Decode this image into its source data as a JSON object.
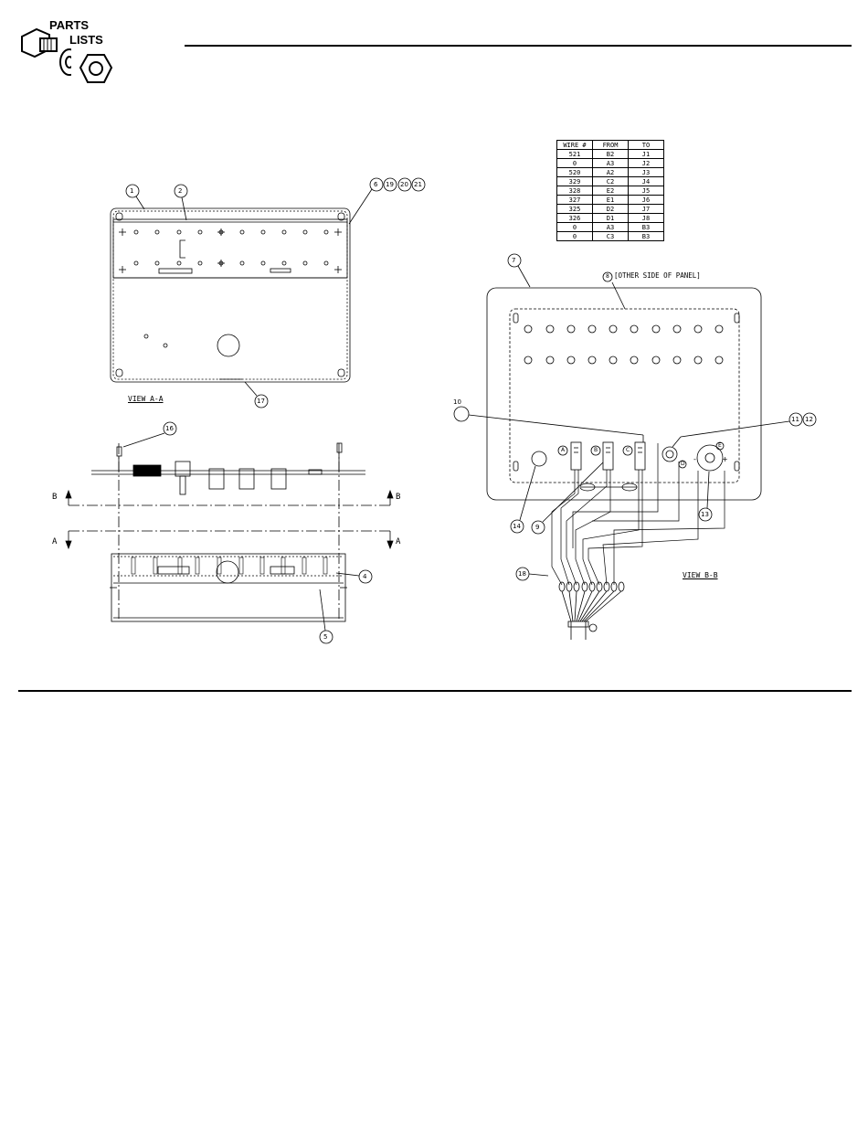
{
  "logo": {
    "line1": "PARTS",
    "line2": "LISTS",
    "icon": "nut-bolt-washer-icon"
  },
  "views": {
    "a": "VIEW A-A",
    "b": "VIEW B-B",
    "panel_note": "[OTHER SIDE OF PANEL]"
  },
  "section_marks": {
    "b": "B",
    "a": "A"
  },
  "callouts": {
    "c1": "1",
    "c2": "2",
    "c4": "4",
    "c5": "5",
    "c6": "6",
    "c7": "7",
    "c8": "8",
    "c9": "9",
    "c10": "10",
    "c11": "11",
    "c12": "12",
    "c13": "13",
    "c14": "14",
    "c16": "16",
    "c17": "17",
    "c18": "18",
    "c19": "19",
    "c20": "20",
    "c21": "21"
  },
  "connector_labels": {
    "A": "A",
    "B": "B",
    "C": "C",
    "D": "D",
    "E": "E",
    "plus": "+",
    "minus": "-"
  },
  "wire_table": {
    "headers": [
      "WIRE #",
      "FROM",
      "TO"
    ],
    "rows": [
      [
        "521",
        "B2",
        "J1"
      ],
      [
        "0",
        "A3",
        "J2"
      ],
      [
        "520",
        "A2",
        "J3"
      ],
      [
        "329",
        "C2",
        "J4"
      ],
      [
        "328",
        "E2",
        "J5"
      ],
      [
        "327",
        "E1",
        "J6"
      ],
      [
        "325",
        "D2",
        "J7"
      ],
      [
        "326",
        "D1",
        "J8"
      ],
      [
        "0",
        "A3",
        "B3"
      ],
      [
        "0",
        "C3",
        "B3"
      ]
    ]
  }
}
